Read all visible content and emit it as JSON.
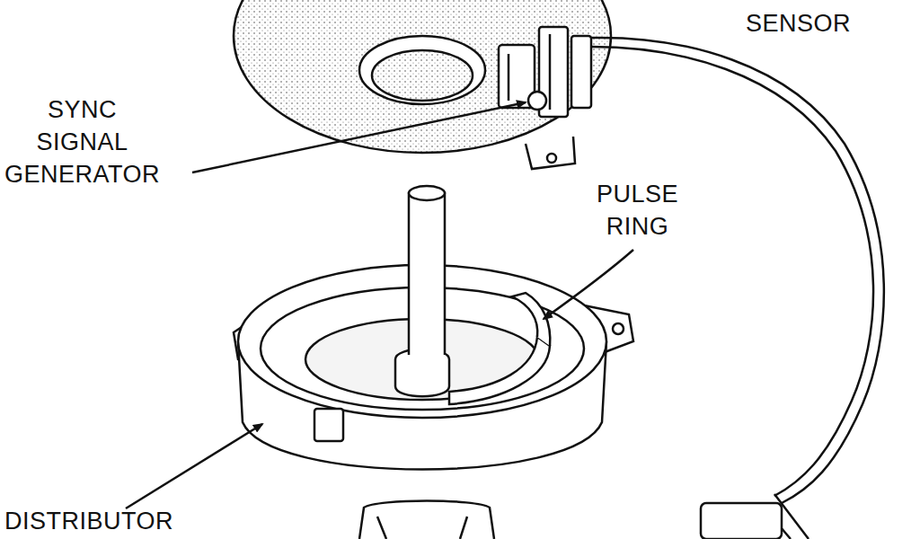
{
  "diagram": {
    "labels": [
      "SENSOR",
      "SYNC SIGNAL GENERATOR",
      "PULSE RING",
      "DISTRIBUTOR"
    ]
  }
}
